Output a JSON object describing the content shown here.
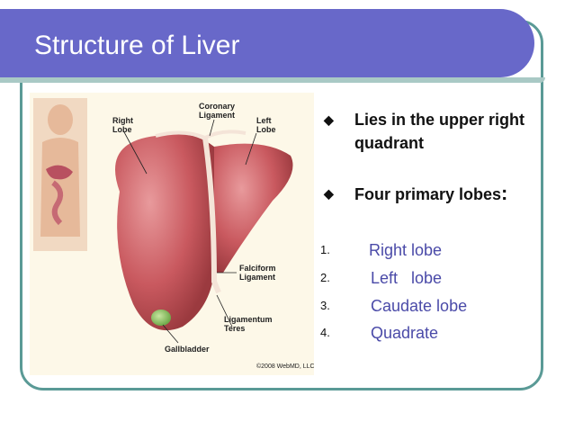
{
  "title": "Structure of Liver",
  "figure": {
    "labels": {
      "right_lobe": [
        "Right",
        "Lobe"
      ],
      "coronary": [
        "Coronary",
        "Ligament"
      ],
      "left_lobe": [
        "Left",
        "Lobe"
      ],
      "falciform": [
        "Falciform",
        "Ligament"
      ],
      "ligamentum": [
        "Ligamentum",
        "Teres"
      ],
      "gallbladder": "Gallbladder",
      "copyright": "©2008 WebMD, LLC."
    }
  },
  "bullets": [
    {
      "text": "Lies in the upper right quadrant"
    },
    {
      "text": "Four primary lobes",
      "suffix": ":"
    }
  ],
  "lobes": [
    {
      "num": "1.",
      "label": "Right lobe"
    },
    {
      "num": "2.",
      "label": "Left   lobe"
    },
    {
      "num": "3.",
      "label": "Caudate lobe"
    },
    {
      "num": "4.",
      "label": "Quadrate"
    }
  ],
  "colors": {
    "title_bar": "#6868c9",
    "accent": "#a9c9c5",
    "frame": "#5a9a96",
    "list_text": "#4a4aa8"
  }
}
